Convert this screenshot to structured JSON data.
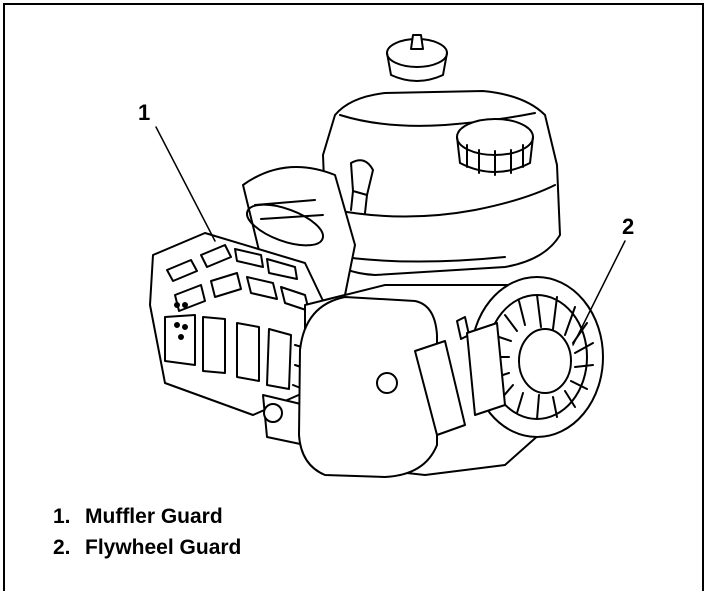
{
  "diagram": {
    "callouts": [
      {
        "id": "1",
        "label": "1"
      },
      {
        "id": "2",
        "label": "2"
      }
    ],
    "legend": [
      {
        "number": "1.",
        "text": "Muffler Guard"
      },
      {
        "number": "2.",
        "text": "Flywheel Guard"
      }
    ],
    "colors": {
      "line": "#000000",
      "background": "#ffffff"
    }
  }
}
